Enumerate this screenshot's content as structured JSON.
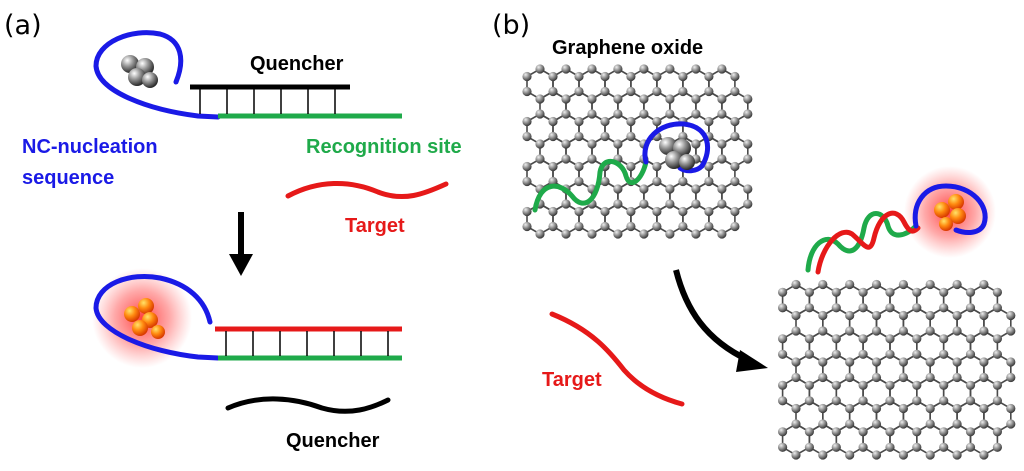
{
  "panels": {
    "a": {
      "label": "(a)",
      "quencher_top": "Quencher",
      "nc_line1": "NC-nucleation",
      "nc_line2": "sequence",
      "recognition": "Recognition site",
      "target": "Target",
      "quencher_bottom": "Quencher"
    },
    "b": {
      "label": "(b)",
      "title": "Graphene oxide",
      "target": "Target"
    }
  },
  "colors": {
    "nc_sequence": "#1a1ae6",
    "recognition": "#1faa4a",
    "target": "#e61919",
    "quencher": "#000000",
    "graphene": "#707070",
    "nanocluster_glow": "#ff2a2a",
    "nanocluster_core": "#ff8a1a"
  },
  "icons": {
    "dark_cluster": "dark-nanocluster-icon",
    "bright_cluster": "fluorescent-nanocluster-icon",
    "graphene": "graphene-lattice-icon",
    "arrow": "arrow-icon"
  }
}
